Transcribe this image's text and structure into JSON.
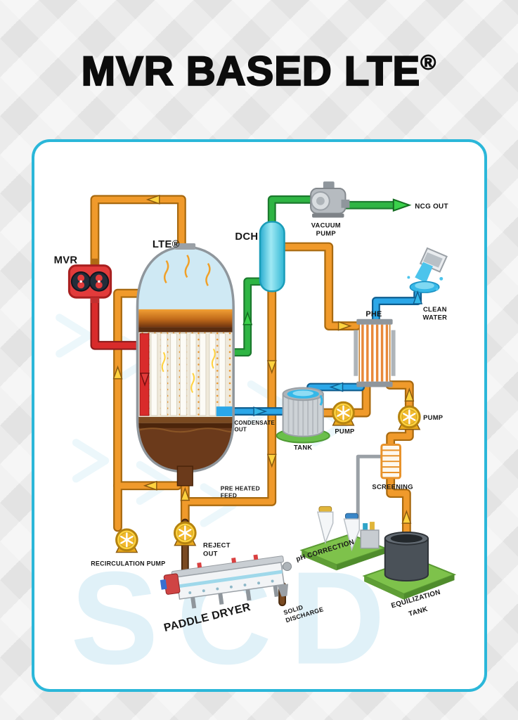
{
  "title": {
    "text": "MVR BASED LTE",
    "registered": "®"
  },
  "watermark": "SCD",
  "labels": {
    "mvr": "MVR",
    "lte": "LTE®",
    "dch": "DCH",
    "vacuum_pump_1": "VACUUM",
    "vacuum_pump_2": "PUMP",
    "ncg_out": "NCG OUT",
    "clean_water_1": "CLEAN",
    "clean_water_2": "WATER",
    "phe": "PHE",
    "tank": "TANK",
    "pump_left": "PUMP",
    "pump_right": "PUMP",
    "screening": "SCREENING",
    "ph_correction": "pH CORRECTION",
    "equalization_1": "EQUILIZATION",
    "equalization_2": "TANK",
    "recirculation_pump": "RECIRCULATION PUMP",
    "reject_1": "REJECT",
    "reject_2": "OUT",
    "pre_heated_1": "PRE HEATED",
    "pre_heated_2": "FEED",
    "condensate_1": "CONDENSATE",
    "condensate_2": "OUT",
    "paddle_dryer": "PADDLE DRYER",
    "solid_discharge_1": "SOLID",
    "solid_discharge_2": "DISCHARGE"
  },
  "colors": {
    "panel_border": "#2bb7d9",
    "pipe_orange": "#f09a2b",
    "pipe_green": "#2fb544",
    "pipe_red": "#d92b2b",
    "pipe_blue": "#2ba7e8",
    "pipe_brown": "#7a4a21",
    "pump_yellow": "#ffd23f",
    "platform_green": "#7ec24b",
    "dch_cyan": "#45c8e0",
    "title_color": "#0c0c0c",
    "watermark_blue": "#e0f1f8"
  }
}
